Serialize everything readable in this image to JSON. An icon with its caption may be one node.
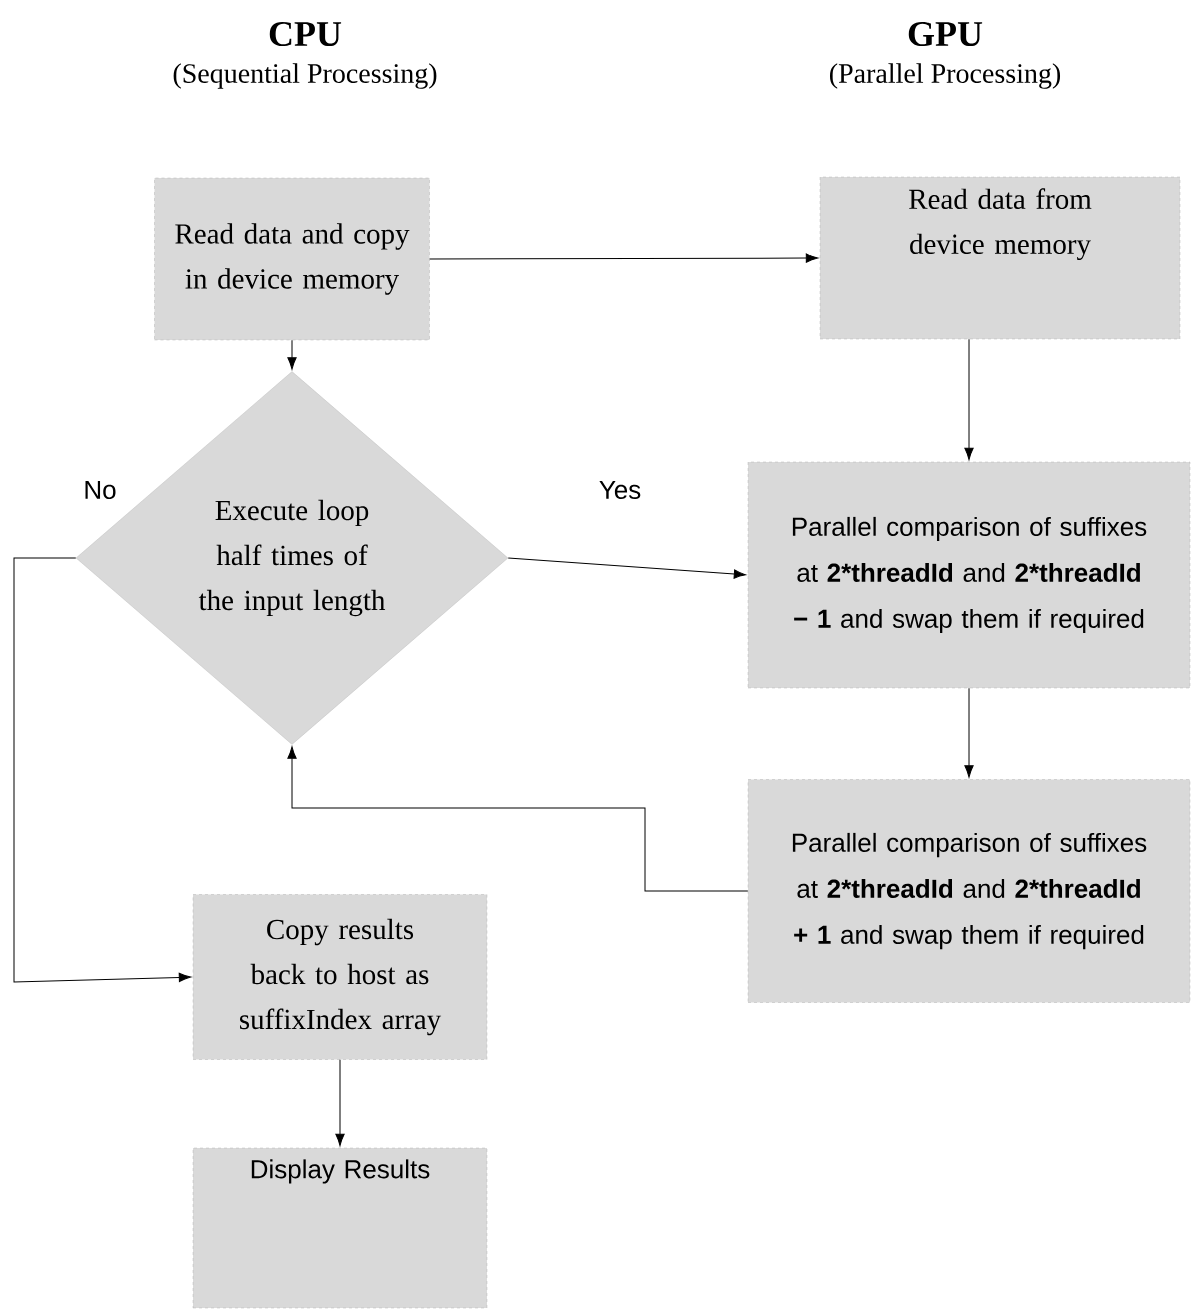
{
  "diagram": {
    "nodes": [
      {
        "text": [
          "Read data and copy in device memory"
        ]
      },
      {
        "text": [
          "Read data from device memory"
        ]
      },
      {
        "text": [
          "Execute loop half times of the input length"
        ]
      },
      {
        "text": [
          "Parallel comparison of suffixes at **2*threadId** and **2*threadId − 1** and swap them if required"
        ]
      },
      {
        "text": [
          "Parallel comparison of suffixes at **2*threadId** and **2*threadId + 1** and swap them if required"
        ]
      },
      {
        "text": [
          "Copy results back to host as suffixIndex array"
        ]
      },
      {
        "text": [
          "Display Results"
        ]
      }
    ],
    "edges": [
      {
        "from": 0,
        "to": 1,
        "arrow": "to"
      },
      {
        "from": 0,
        "to": 2,
        "arrow": "to"
      },
      {
        "from": 1,
        "to": 3,
        "arrow": "to"
      },
      {
        "from": 2,
        "to": 3,
        "arrow": "to",
        "label": "Yes"
      },
      {
        "from": 3,
        "to": 4,
        "arrow": "to"
      },
      {
        "from": 4,
        "to": 2,
        "arrow": "to"
      },
      {
        "from": 2,
        "to": 5,
        "arrow": "to",
        "label": "No"
      },
      {
        "from": 5,
        "to": 6,
        "arrow": "to"
      }
    ],
    "labels": [
      "CPU",
      "(Sequential Processing)",
      "GPU",
      "(Parallel Processing)"
    ]
  }
}
